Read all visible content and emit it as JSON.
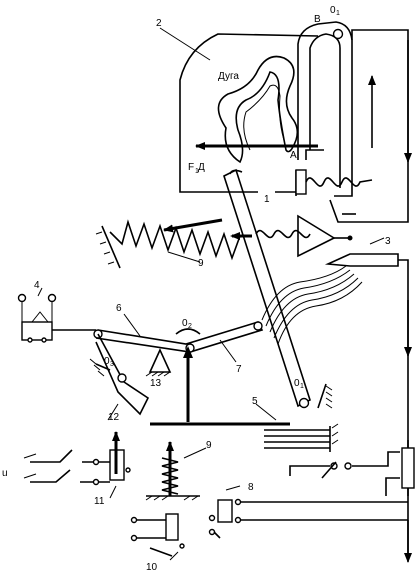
{
  "labels": {
    "arc": "Дуга",
    "point_a": "А",
    "point_b": "В",
    "force": "F",
    "force_sub": "1",
    "force_suffix": " Д",
    "pivot_top": "0",
    "pivot_top_sub": "1",
    "pivot_mid": "0",
    "pivot_mid_sub": "2",
    "pivot_low": "0",
    "pivot_low_sub": "3",
    "pivot_right": "0",
    "pivot_right_sub": "1",
    "voltage": "u"
  },
  "parts": {
    "p1": "1",
    "p2": "2",
    "p3": "3",
    "p4": "4",
    "p5": "5",
    "p6": "6",
    "p7": "7",
    "p8": "8",
    "p9a": "9",
    "p9b": "9",
    "p10": "10",
    "p11": "11",
    "p12": "12",
    "p13": "13"
  }
}
